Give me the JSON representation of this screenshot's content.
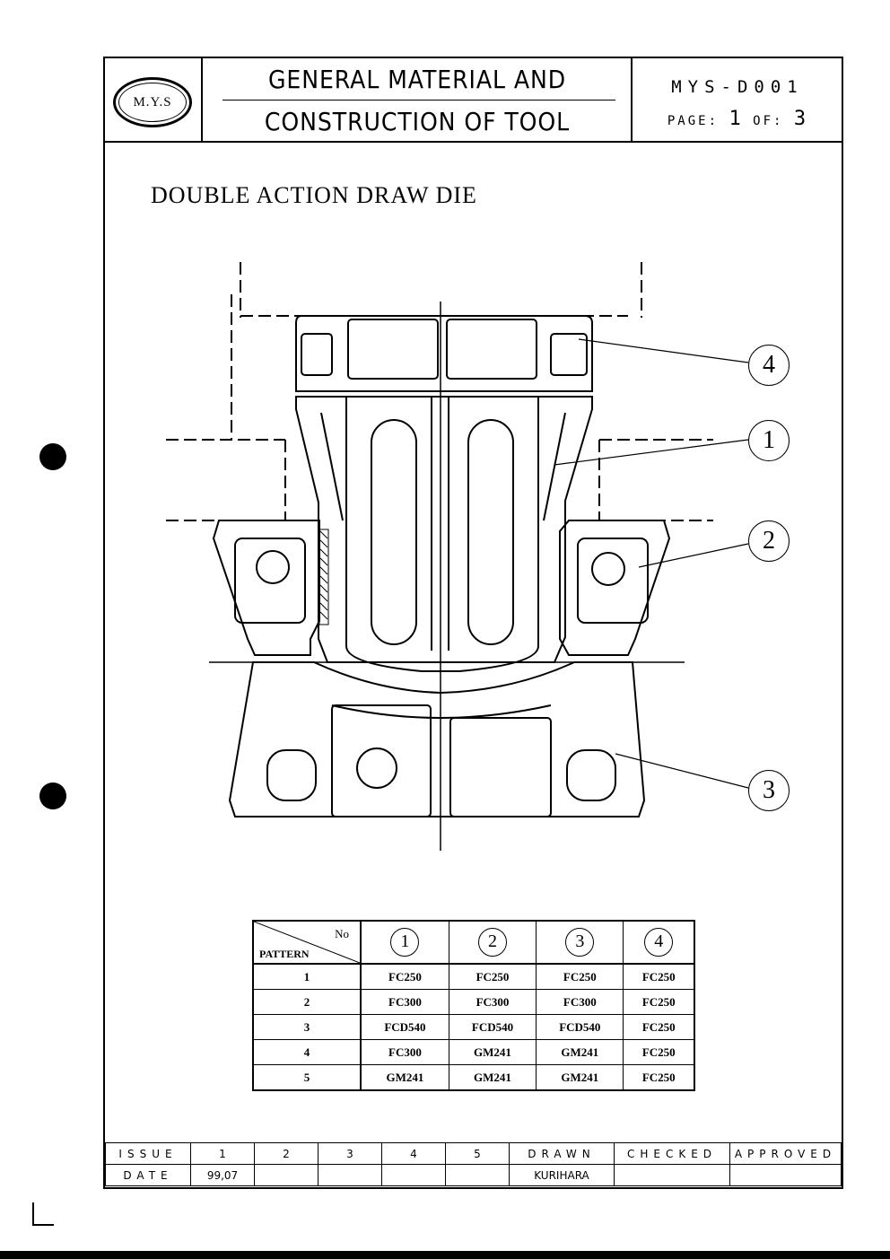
{
  "header": {
    "logo_text": "M.Y.S",
    "title_line1": "GENERAL MATERIAL AND",
    "title_line2": "CONSTRUCTION OF TOOL",
    "doc_number": "MYS-D001",
    "page_label": "PAGE:",
    "page_current": "1",
    "page_of": "OF:",
    "page_total": "3"
  },
  "drawing": {
    "title": "DOUBLE ACTION DRAW DIE",
    "callouts": [
      "1",
      "2",
      "3",
      "4"
    ]
  },
  "material_table": {
    "corner_no": "No",
    "corner_pattern": "PATTERN",
    "columns": [
      "1",
      "2",
      "3",
      "4"
    ],
    "rows": [
      {
        "pattern": "1",
        "values": [
          "FC250",
          "FC250",
          "FC250",
          "FC250"
        ]
      },
      {
        "pattern": "2",
        "values": [
          "FC300",
          "FC300",
          "FC300",
          "FC250"
        ]
      },
      {
        "pattern": "3",
        "values": [
          "FCD540",
          "FCD540",
          "FCD540",
          "FC250"
        ]
      },
      {
        "pattern": "4",
        "values": [
          "FC300",
          "GM241",
          "GM241",
          "FC250"
        ]
      },
      {
        "pattern": "5",
        "values": [
          "GM241",
          "GM241",
          "GM241",
          "FC250"
        ]
      }
    ]
  },
  "issue_block": {
    "issue_label": "ISSUE",
    "date_label": "DATE",
    "issues": [
      "1",
      "2",
      "3",
      "4",
      "5"
    ],
    "dates": [
      "99,07",
      "",
      "",
      "",
      ""
    ],
    "drawn_label": "DRAWN",
    "checked_label": "CHECKED",
    "approved_label": "APPROVED",
    "drawn_by": "KURIHARA",
    "checked_by": "",
    "approved_by": ""
  }
}
